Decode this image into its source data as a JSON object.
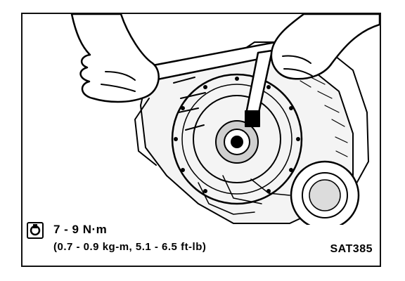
{
  "caption": {
    "torque_value": "7 - 9 N·m",
    "torque_conversions": "(0.7 - 0.9 kg-m, 5.1 - 6.5 ft-lb)",
    "figure_code": "SAT385"
  },
  "icons": {
    "torque": "torque-wrench-icon"
  },
  "colors": {
    "ink": "#000000",
    "paper": "#ffffff"
  }
}
